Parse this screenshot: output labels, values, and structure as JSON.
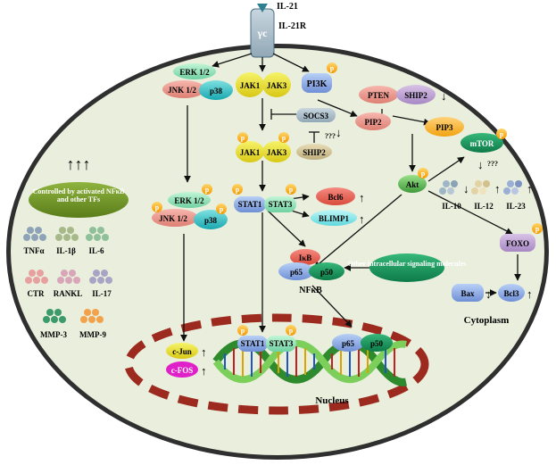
{
  "receptor": {
    "ligand": "IL-21",
    "receptor": "IL-21R",
    "chain": "γc"
  },
  "mapk": {
    "erk": "ERK 1/2",
    "jnk": "JNK 1/2",
    "p38": "p38"
  },
  "jak": {
    "jak1": "JAK1",
    "jak3": "JAK3"
  },
  "pi3k": "PI3K",
  "pten": "PTEN",
  "ship2": "SHIP2",
  "socs3": "SOCS3",
  "pip2": "PIP2",
  "pip3": "PIP3",
  "mtor": "mTOR",
  "akt": "Akt",
  "stat": {
    "stat1": "STAT1",
    "stat3": "STAT3"
  },
  "bcl6": "Bcl6",
  "blimp1": "BLIMP1",
  "unknown": "???",
  "phospho": "p",
  "cytokines": {
    "il10": "IL-10",
    "il12": "IL-12",
    "il23": "IL-23"
  },
  "nfkb": {
    "ikb": "IκB",
    "p65": "p65",
    "p50": "p50",
    "label": "NFκB"
  },
  "other_molecules": "Other intracellular signaling molecules",
  "foxo": "FOXO",
  "bax": "Bax",
  "bcl3": "Bcl3",
  "cytoplasm": "Cytoplasm",
  "nucleus": "Nucleus",
  "controlled": "Controlled by activated NFκB and other TFs",
  "products": [
    "TNFα",
    "IL-1β",
    "IL-6",
    "CTR",
    "RANKL",
    "IL-17",
    "MMP-3",
    "MMP-9"
  ],
  "nuclear": {
    "cjun": "c-Jun",
    "cfos": "c-FOS"
  }
}
